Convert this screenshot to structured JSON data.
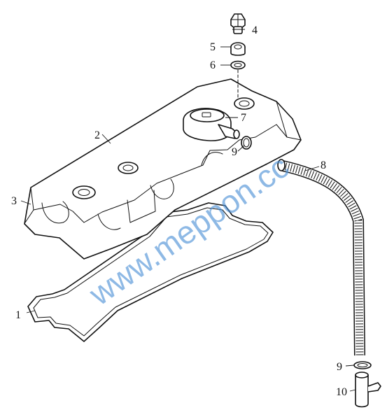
{
  "callouts": [
    {
      "id": "1",
      "label": "1"
    },
    {
      "id": "2",
      "label": "2"
    },
    {
      "id": "3",
      "label": "3"
    },
    {
      "id": "4",
      "label": "4"
    },
    {
      "id": "5",
      "label": "5"
    },
    {
      "id": "6",
      "label": "6"
    },
    {
      "id": "7",
      "label": "7"
    },
    {
      "id": "8",
      "label": "8"
    },
    {
      "id": "9a",
      "label": "9"
    },
    {
      "id": "9b",
      "label": "9"
    },
    {
      "id": "10",
      "label": "10"
    }
  ],
  "watermark": "www.meppon.cc",
  "colors": {
    "line": "#111111",
    "watermark": "#4a8fd6",
    "background": "#ffffff"
  }
}
